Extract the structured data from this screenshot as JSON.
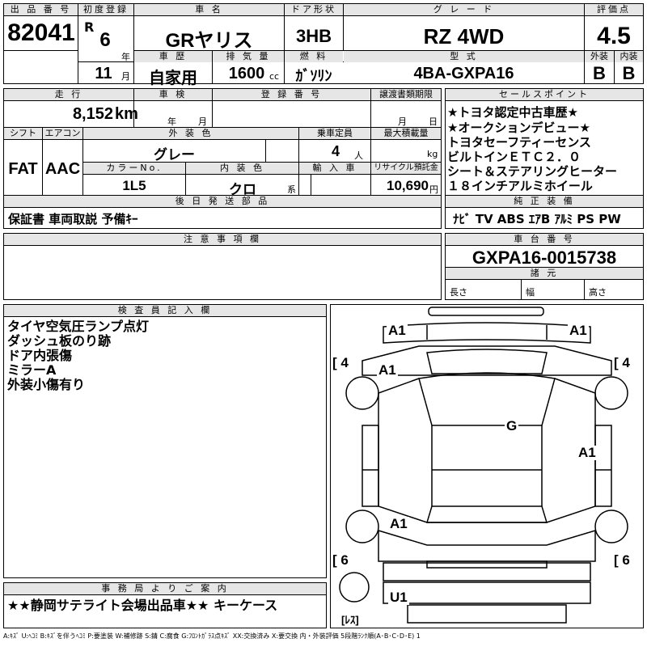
{
  "headers": {
    "lot_no": "出 品 番 号",
    "first_reg": "初度登録",
    "car_name": "車 名",
    "door": "ドア形状",
    "grade": "グ レ ー ド",
    "score": "評価点",
    "history": "車 歴",
    "displacement": "排 気 量",
    "fuel": "燃 料",
    "model_code": "型 式",
    "exterior": "外装",
    "interior": "内装",
    "mileage": "走 行",
    "inspection": "車 検",
    "reg_no": "登 録 番 号",
    "transfer_due": "譲渡書類期限",
    "sales_points": "セールスポイント",
    "shift": "シフト",
    "aircon": "エアコン",
    "ext_color": "外 装 色",
    "capacity": "乗車定員",
    "max_load": "最大積載量",
    "color_no": "カラーNo.",
    "int_color": "内 装 色",
    "import": "輸 入 車",
    "recycle": "リサイクル預託金",
    "later_parts": "後 日 発 送 部 品",
    "std_equipment": "純 正 装 備",
    "notes": "注 意 事 項 欄",
    "chassis": "車 台 番 号",
    "specs": "諸 元",
    "inspector": "検 査 員 記 入 欄",
    "office": "事 務 局 よ り ご 案 内"
  },
  "vehicle": {
    "lot_no": "82041",
    "era": "R",
    "year": "6",
    "year_unit": "年",
    "month": "11",
    "month_unit": "月",
    "car_name": "GRヤリス",
    "door": "3HB",
    "grade": "RZ 4WD",
    "score": "4.5",
    "history": "自家用",
    "displacement": "1600",
    "displacement_unit": "cc",
    "fuel": "ｶﾞｿﾘﾝ",
    "model_code": "4BA-GXPA16",
    "exterior_grade": "B",
    "interior_grade": "B",
    "mileage": "8,152",
    "mileage_unit": "km",
    "inspection_year_unit": "年",
    "inspection_month_unit": "月",
    "transfer_month_unit": "月",
    "transfer_day_unit": "日",
    "shift": "FAT",
    "aircon": "AAC",
    "ext_color": "グレー",
    "capacity": "4",
    "capacity_unit": "人",
    "max_load_unit": "kg",
    "color_no": "1L5",
    "int_color": "クロ",
    "int_color_unit": "系",
    "recycle": "10,690",
    "recycle_unit": "円",
    "chassis": "GXPA16-0015738",
    "length_label": "長さ",
    "width_label": "幅",
    "height_label": "高さ"
  },
  "sales_points": [
    "★トヨタ認定中古車歴★",
    "★オークションデビュー★",
    "トヨタセーフティーセンス",
    "ビルトインＥＴＣ２．０",
    "シート＆ステアリングヒーター",
    "１８インチアルミホイール"
  ],
  "later_parts": "保証書 車両取説 予備ｷｰ",
  "std_equipment": "ﾅﾋﾞ TV ABS ｴｱB ｱﾙﾐ PS PW",
  "inspector_notes": [
    "タイヤ空気圧ランプ点灯",
    "ダッシュ板のり跡",
    "ドア内張傷",
    "ミラーA",
    "外装小傷有り"
  ],
  "office_note": "★★静岡サテライト会場出品車★★ キーケース",
  "damage_marks": {
    "front_left": "A1",
    "front_right": "A1",
    "left_front_fender": "A1",
    "roof": "G",
    "right_door": "A1",
    "left_rear": "A1",
    "spare": "U1",
    "tire_fl": "[ 4",
    "tire_fr": "[ 4",
    "tire_rl": "[ 6",
    "tire_rr": "[ 6",
    "spare_tire": "[ﾚｽ]"
  },
  "legend": "A:ｷｽﾞ U:ﾍｺﾐ B:ｷｽﾞを伴うﾍｺﾐ P:要塗装 W:補修跡 S:錆 C:腐食 G:ﾌﾛﾝﾄｶﾞﾗｽ点ｷｽﾞ XX:交換済み X:要交換 内・外装評価 5段階ﾗﾝｸ順(A･B･C･D･E) 1"
}
